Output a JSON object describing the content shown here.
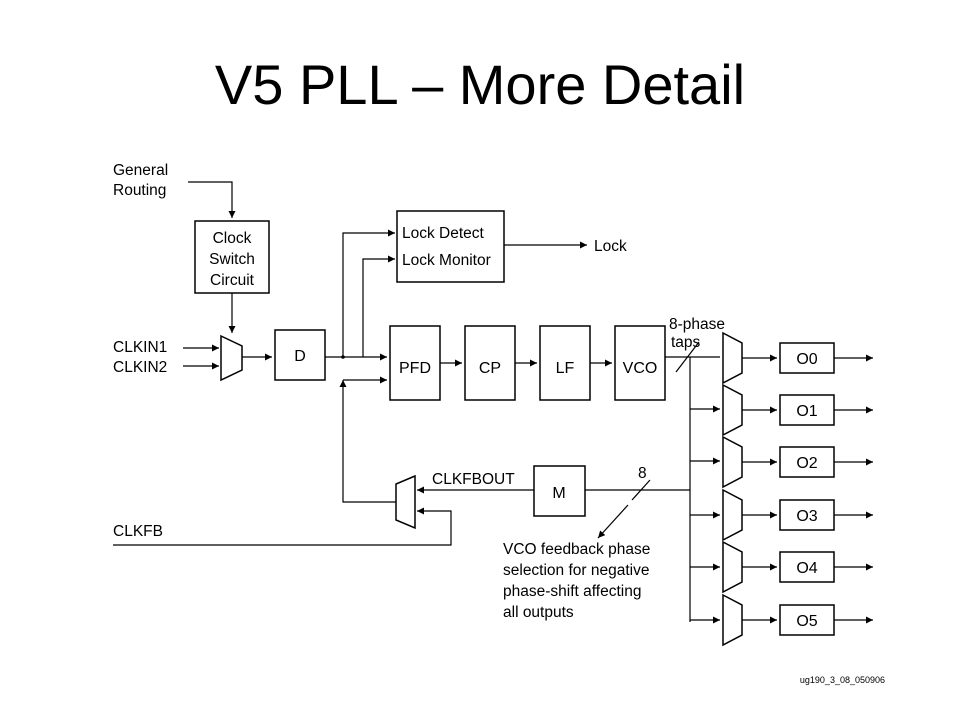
{
  "title": "V5 PLL – More Detail",
  "labels": {
    "general_routing_1": "General",
    "general_routing_2": "Routing",
    "clock_switch_1": "Clock",
    "clock_switch_2": "Switch",
    "clock_switch_3": "Circuit",
    "lock_detect": "Lock Detect",
    "lock_monitor": "Lock Monitor",
    "lock": "Lock",
    "clkin1": "CLKIN1",
    "clkin2": "CLKIN2",
    "d": "D",
    "pfd": "PFD",
    "cp": "CP",
    "lf": "LF",
    "vco": "VCO",
    "taps_1": "8-phase",
    "taps_2": "taps",
    "clkfbout": "CLKFBOUT",
    "m": "M",
    "bus_width": "8",
    "clkfb": "CLKFB",
    "note_1": "VCO feedback phase",
    "note_2": "selection for negative",
    "note_3": "phase-shift affecting",
    "note_4": "all outputs",
    "outputs": [
      "O0",
      "O1",
      "O2",
      "O3",
      "O4",
      "O5"
    ],
    "figure_id": "ug190_3_08_050906"
  }
}
